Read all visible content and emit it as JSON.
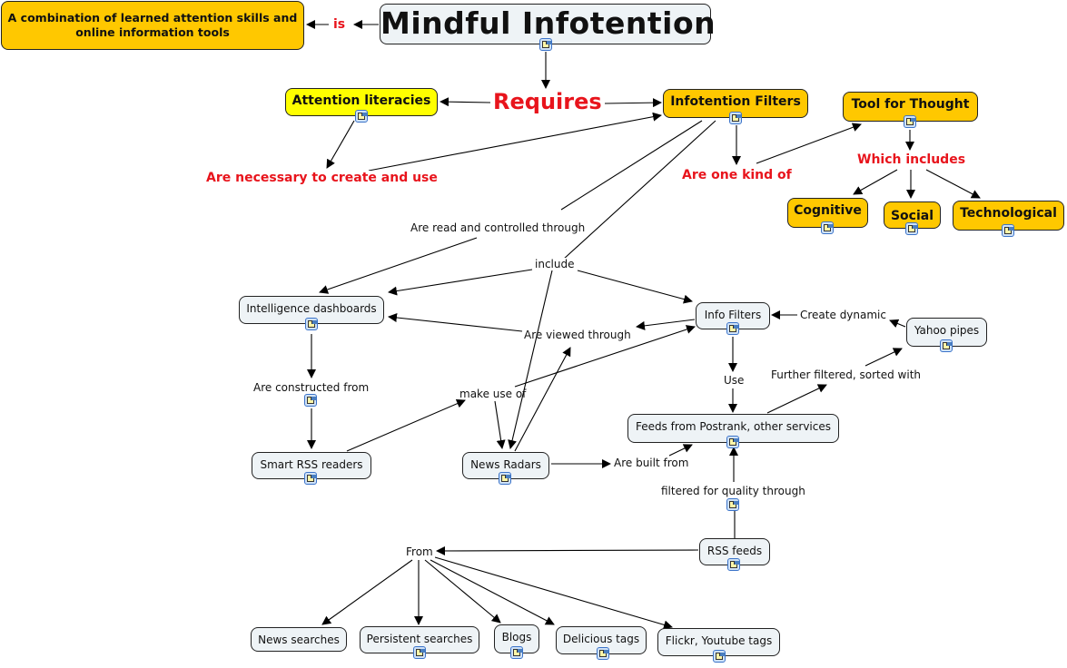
{
  "title": "Mindful Infotention",
  "colors": {
    "concept_gold": "#ffc800",
    "concept_yellow": "#ffff00",
    "concept_plain": "#eef3f6",
    "link_red": "#e8141c",
    "resource_icon_blue": "#3b73c9"
  },
  "concepts": {
    "definition": "A combination of learned attention skills and online information tools",
    "mindful_infotention": "Mindful Infotention",
    "attention_literacies": "Attention literacies",
    "infotention_filters": "Infotention Filters",
    "tool_for_thought": "Tool for Thought",
    "cognitive": "Cognitive",
    "social": "Social",
    "technological": "Technological",
    "intelligence_dashboards": "Intelligence dashboards",
    "info_filters": "Info Filters",
    "yahoo_pipes": "Yahoo pipes",
    "feeds_postrank": "Feeds from Postrank, other services",
    "smart_rss_readers": "Smart RSS readers",
    "news_radars": "News Radars",
    "rss_feeds": "RSS feeds",
    "news_searches": "News searches",
    "persistent_searches": "Persistent searches",
    "blogs": "Blogs",
    "delicious_tags": "Delicious tags",
    "flickr_youtube_tags": "Flickr, Youtube tags"
  },
  "linking_phrases": {
    "is": "is",
    "requires": "Requires",
    "necessary": "Are necessary to create and use",
    "one_kind_of": "Are one kind of",
    "which_includes": "Which includes",
    "read_controlled": "Are read and controlled through",
    "include": "include",
    "viewed_through": "Are viewed through",
    "create_dynamic": "Create dynamic",
    "use": "Use",
    "further_filtered": "Further filtered, sorted with",
    "constructed_from": "Are constructed from",
    "make_use_of": "make use of",
    "built_from": "Are built from",
    "filtered_quality": "filtered for quality through",
    "from": "From"
  }
}
